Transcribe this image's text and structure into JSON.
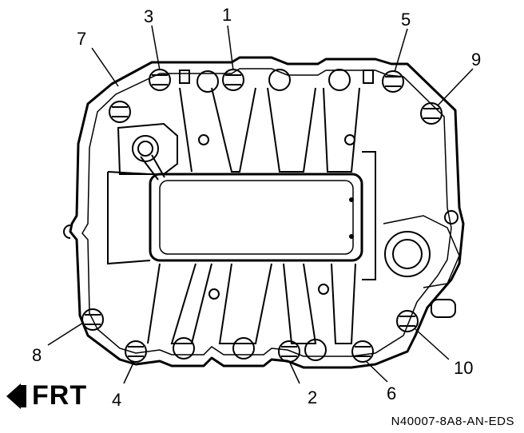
{
  "figure": {
    "code": "N40007-8A8-AN-EDS",
    "direction_label": "FRT",
    "icons": {
      "direction": "arrow-left-icon"
    }
  },
  "callouts": [
    "1",
    "2",
    "3",
    "4",
    "5",
    "6",
    "7",
    "8",
    "9",
    "10"
  ]
}
